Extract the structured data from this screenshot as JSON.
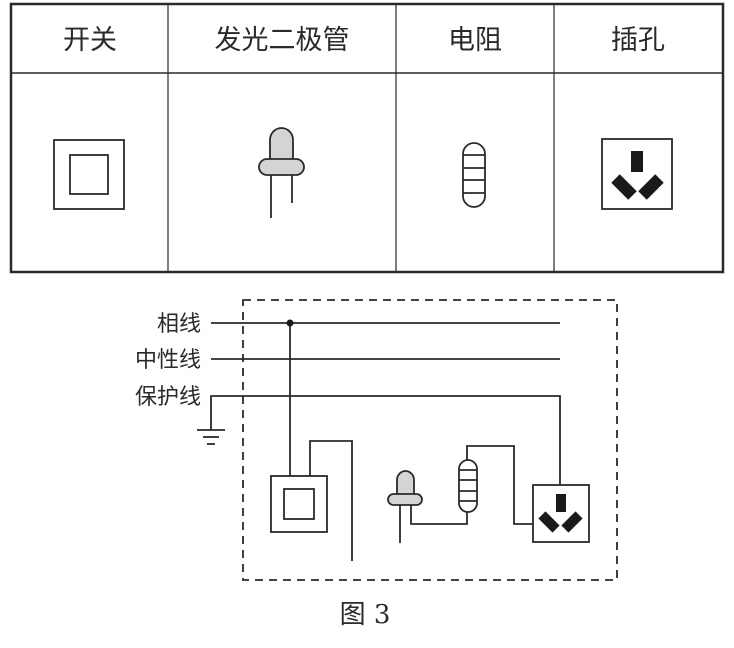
{
  "table": {
    "headers": [
      "开关",
      "发光二极管",
      "电阻",
      "插孔"
    ],
    "components": [
      {
        "name": "开关",
        "icon": "switch-icon"
      },
      {
        "name": "发光二极管",
        "icon": "led-icon"
      },
      {
        "name": "电阻",
        "icon": "resistor-icon"
      },
      {
        "name": "插孔",
        "icon": "socket-icon"
      }
    ]
  },
  "circuit": {
    "lines": {
      "phase": "相线",
      "neutral": "中性线",
      "protective": "保护线"
    },
    "ground_icon": "ground-icon"
  },
  "caption": "图 3",
  "colors": {
    "stroke": "#2a2a2a",
    "led_fill": "#d4d4d4"
  }
}
